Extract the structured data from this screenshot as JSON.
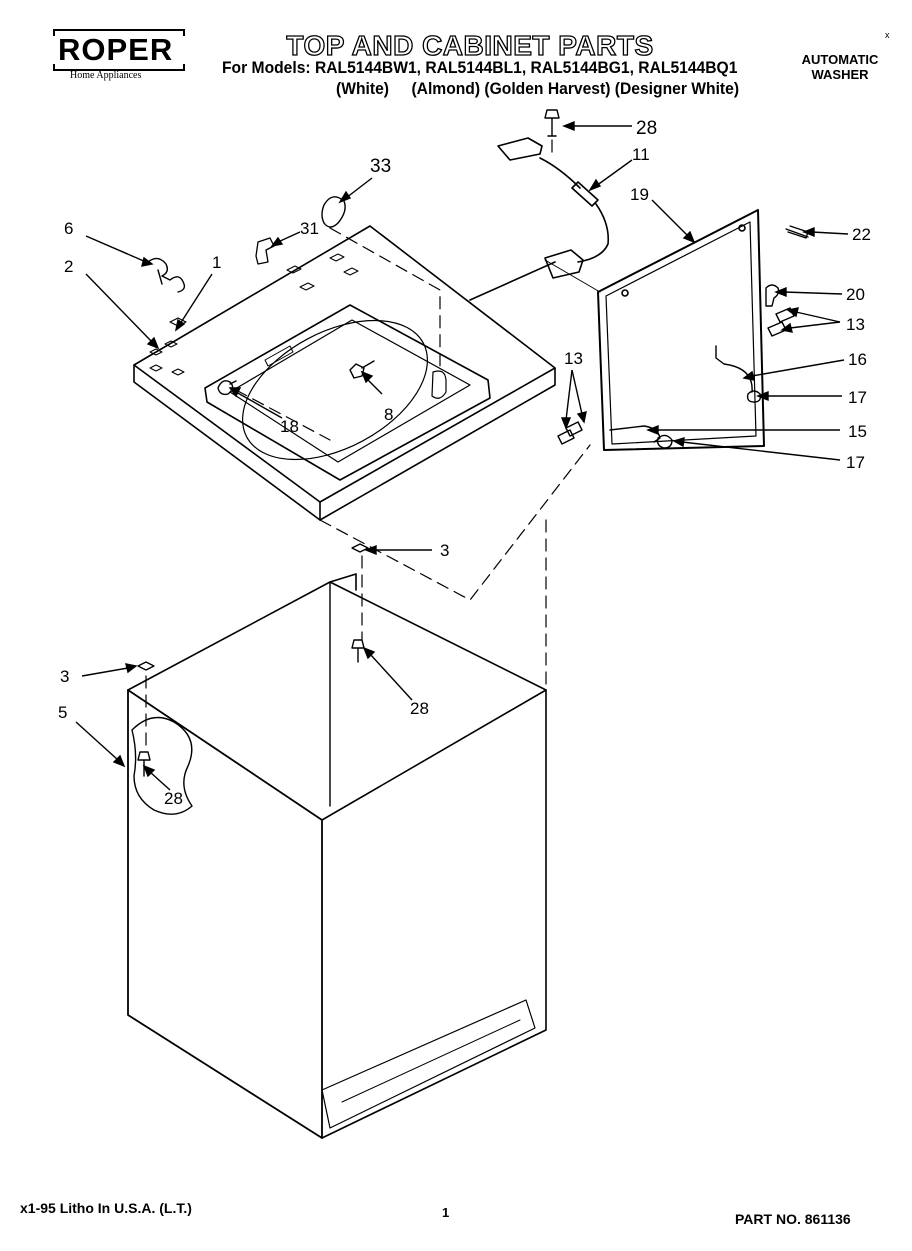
{
  "header": {
    "brand": "ROPER",
    "brand_subtitle": "Home Appliances",
    "title": "TOP AND CABINET PARTS",
    "models_line": "For Models: RAL5144BW1, RAL5144BL1, RAL5144BG1, RAL5144BQ1",
    "color_white": "(White)",
    "color_others": "(Almond) (Golden Harvest) (Designer White)",
    "product_line1": "AUTOMATIC",
    "product_line2": "WASHER",
    "corner_mark": "x"
  },
  "callouts": {
    "c28a": "28",
    "c11": "11",
    "c33": "33",
    "c19": "19",
    "c6": "6",
    "c31": "31",
    "c22": "22",
    "c2": "2",
    "c1": "1",
    "c20": "20",
    "c13a": "13",
    "c16": "16",
    "c13b": "13",
    "c17a": "17",
    "c8": "8",
    "c18": "18",
    "c15": "15",
    "c17b": "17",
    "c3a": "3",
    "c3b": "3",
    "c5": "5",
    "c28b": "28",
    "c28c": "28"
  },
  "footer": {
    "litho": "x1-95 Litho In U.S.A. (L.T.)",
    "page": "1",
    "part_no": "PART NO. 861136"
  }
}
